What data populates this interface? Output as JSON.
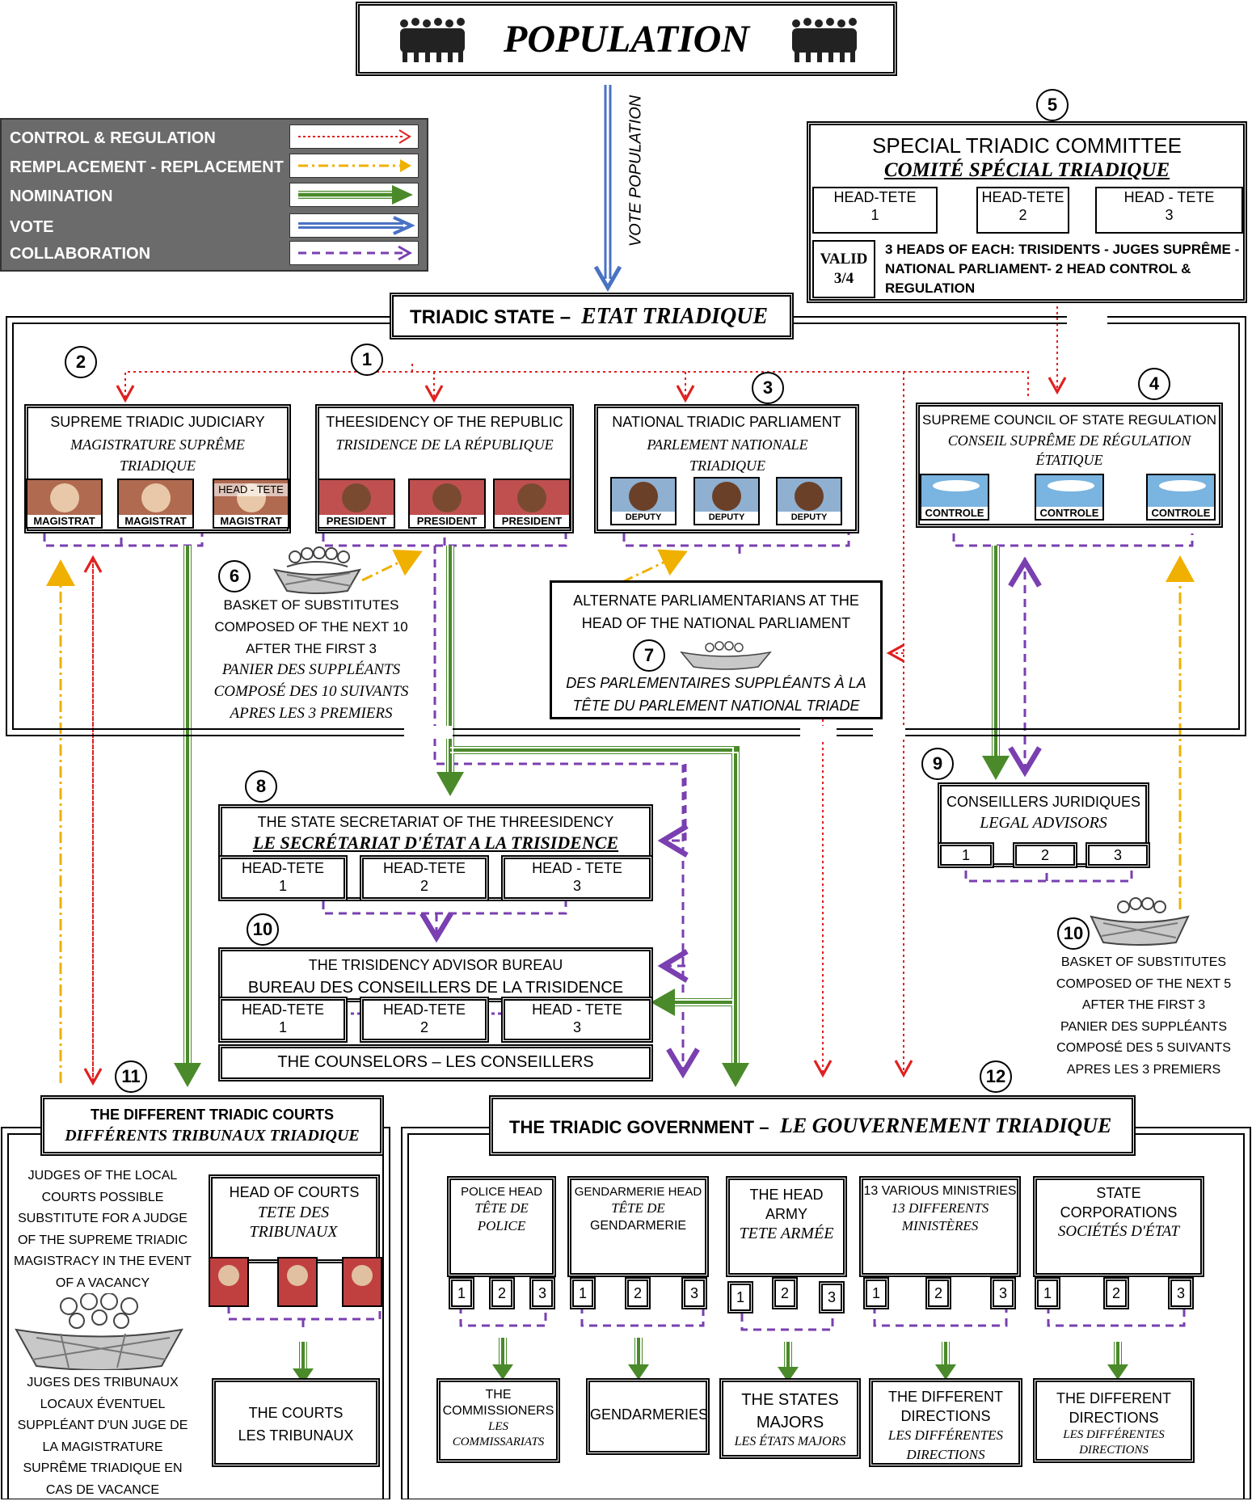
{
  "population": {
    "title": "POPULATION",
    "vote_label": "VOTE POPULATION"
  },
  "legend": [
    {
      "label": "CONTROL & REGULATION",
      "color": "#e02020",
      "style": "dotted"
    },
    {
      "label": "REMPLACEMENT - REPLACEMENT",
      "color": "#f0b000",
      "style": "dashdot"
    },
    {
      "label": "NOMINATION",
      "color": "#4a8a2a",
      "style": "triple"
    },
    {
      "label": "VOTE",
      "color": "#4a72c4",
      "style": "double"
    },
    {
      "label": "COLLABORATION",
      "color": "#7a3fb0",
      "style": "dashed"
    }
  ],
  "committee": {
    "number": "5",
    "title_en": "SPECIAL TRIADIC COMMITTEE",
    "title_fr": "COMITÉ SPÉCIAL TRIADIQUE",
    "heads": [
      {
        "label": "HEAD-TETE",
        "num": "1"
      },
      {
        "label": "HEAD-TETE",
        "num": "2"
      },
      {
        "label": "HEAD - TETE",
        "num": "3"
      }
    ],
    "valid_label": "VALID",
    "valid_ratio": "3/4",
    "valid_text": "3 HEADS OF EACH: TRISIDENTS - JUGES SUPRÊME -NATIONAL PARLIAMENT- 2 HEAD CONTROL & REGULATION"
  },
  "state": {
    "title_en": "TRIADIC STATE –",
    "title_fr": "ETAT TRIADIQUE"
  },
  "judiciary": {
    "number": "2",
    "title_en": "SUPREME TRIADIC JUDICIARY",
    "title_fr": "MAGISTRATURE SUPRÊME TRIADIQUE",
    "members": [
      "MAGISTRAT",
      "MAGISTRAT",
      "MAGISTRAT"
    ],
    "head_overlay": "HEAD - TETE"
  },
  "presidency": {
    "number": "1",
    "title_en": "THEESIDENCY OF THE REPUBLIC",
    "title_fr": "TRISIDENCE DE LA RÉPUBLIQUE",
    "members": [
      "PRESIDENT",
      "PRESIDENT",
      "PRESIDENT"
    ]
  },
  "parliament": {
    "number": "3",
    "title_en": "NATIONAL TRIADIC PARLIAMENT",
    "title_fr": "PARLEMENT NATIONALE TRIADIQUE",
    "members": [
      "DEPUTY",
      "DEPUTY",
      "DEPUTY"
    ]
  },
  "council": {
    "number": "4",
    "title_en": "SUPREME COUNCIL OF STATE REGULATION",
    "title_fr": "CONSEIL SUPRÊME DE RÉGULATION ÉTATIQUE",
    "members": [
      "CONTROLE",
      "CONTROLE",
      "CONTROLE"
    ]
  },
  "basket6": {
    "number": "6",
    "en": [
      "BASKET OF SUBSTITUTES",
      "COMPOSED OF THE NEXT 10",
      "AFTER THE FIRST 3"
    ],
    "fr": [
      "PANIER DES SUPPLÉANTS",
      "COMPOSÉ DES 10 SUIVANTS",
      "APRES LES 3 PREMIERS"
    ]
  },
  "alternates": {
    "number": "7",
    "en": [
      "ALTERNATE PARLIAMENTARIANS AT THE",
      "HEAD OF THE NATIONAL PARLIAMENT"
    ],
    "fr": [
      "DES PARLEMENTAIRES SUPPLÉANTS À LA",
      "TÊTE DU PARLEMENT NATIONAL TRIADE"
    ]
  },
  "secretariat": {
    "number": "8",
    "title_en": "THE STATE SECRETARIAT OF THE THREESIDENCY",
    "title_fr": "LE SECRÉTARIAT D'ÉTAT A LA TRISIDENCE",
    "heads": [
      {
        "label": "HEAD-TETE",
        "num": "1"
      },
      {
        "label": "HEAD-TETE",
        "num": "2"
      },
      {
        "label": "HEAD - TETE",
        "num": "3"
      }
    ]
  },
  "legal": {
    "number": "9",
    "title_en": "CONSEILLERS JURIDIQUES",
    "title_fr": "LEGAL ADVISORS",
    "nums": [
      "1",
      "2",
      "3"
    ]
  },
  "advisor_bureau": {
    "number": "10",
    "title_en": "THE TRISIDENCY ADVISOR BUREAU",
    "title_fr": "BUREAU DES CONSEILLERS DE LA TRISIDENCE",
    "heads": [
      {
        "label": "HEAD-TETE",
        "num": "1"
      },
      {
        "label": "HEAD-TETE",
        "num": "2"
      },
      {
        "label": "HEAD - TETE",
        "num": "3"
      }
    ],
    "counselors": "THE COUNSELORS – LES CONSEILLERS"
  },
  "basket10": {
    "number": "10",
    "lines": [
      "BASKET OF SUBSTITUTES",
      "COMPOSED OF THE NEXT 5",
      "AFTER THE FIRST 3",
      "PANIER DES SUPPLÉANTS",
      "COMPOSÉ DES 5 SUIVANTS",
      "APRES LES 3 PREMIERS"
    ]
  },
  "courts": {
    "number": "11",
    "title_en": "THE DIFFERENT TRIADIC COURTS",
    "title_fr": "DIFFÉRENTS TRIBUNAUX TRIADIQUE",
    "local_en": [
      "JUDGES OF THE LOCAL",
      "COURTS POSSIBLE",
      "SUBSTITUTE FOR A JUDGE",
      "OF THE SUPREME TRIADIC",
      "MAGISTRACY IN THE EVENT",
      "OF A VACANCY"
    ],
    "local_fr": [
      "JUGES DES TRIBUNAUX",
      "LOCAUX ÉVENTUEL",
      "SUPPLÉANT D'UN JUGE DE",
      "LA MAGISTRATURE",
      "SUPRÊME TRIADIQUE EN",
      "CAS DE VACANCE"
    ],
    "head_en": "HEAD OF COURTS",
    "head_fr": "TETE DES TRIBUNAUX",
    "courts_en": "THE COURTS",
    "courts_fr": "LES TRIBUNAUX"
  },
  "government": {
    "number": "12",
    "title_en": "THE TRIADIC GOVERNMENT –",
    "title_fr": "LE GOUVERNEMENT TRIADIQUE",
    "units": [
      {
        "h1": "POLICE HEAD",
        "h2": "TÊTE DE",
        "h3": "POLICE",
        "out1": "THE",
        "out2": "COMMISSIONERS",
        "out3": "LES",
        "out4": "COMMISSARIATS"
      },
      {
        "h1": "GENDARMERIE HEAD",
        "h2": "TÊTE DE",
        "h3": "GENDARMERIE",
        "out1": "GENDARMERIES",
        "out2": "",
        "out3": "",
        "out4": ""
      },
      {
        "h1": "THE HEAD",
        "h2": "ARMY",
        "h3": "TETE ARMÉE",
        "out1": "THE STATES",
        "out2": "MAJORS",
        "out3": "LES ÉTATS MAJORS",
        "out4": ""
      },
      {
        "h1": "13 VARIOUS MINISTRIES",
        "h2": "13 DIFFERENTS",
        "h3": "MINISTÈRES",
        "out1": "THE DIFFERENT",
        "out2": "DIRECTIONS",
        "out3": "LES DIFFÉRENTES",
        "out4": "DIRECTIONS"
      },
      {
        "h1": "STATE CORPORATIONS",
        "h2": "SOCIÉTÉS D'ÉTAT",
        "h3": "",
        "out1": "THE DIFFERENT",
        "out2": "DIRECTIONS",
        "out3": "LES DIFFÉRENTES",
        "out4": "DIRECTIONS"
      }
    ],
    "nums": [
      "1",
      "2",
      "3"
    ]
  }
}
